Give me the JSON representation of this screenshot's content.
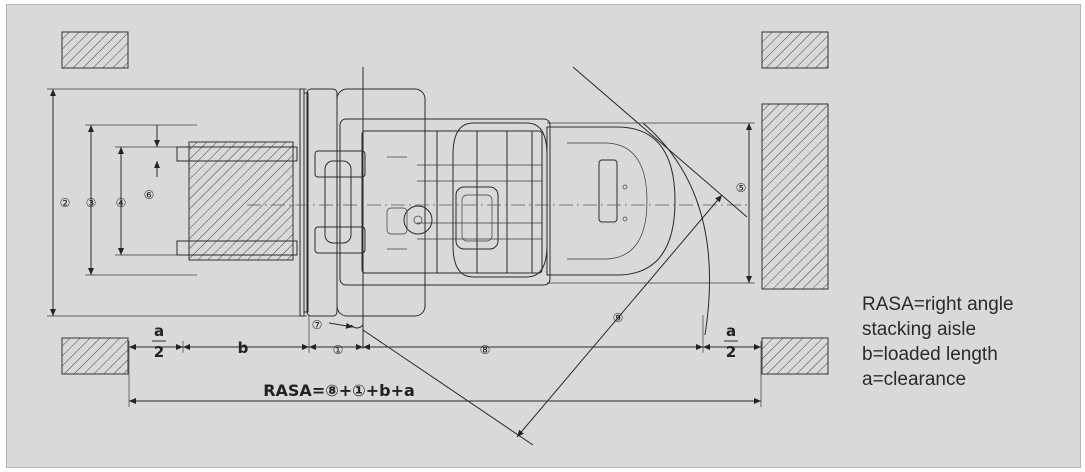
{
  "callouts": {
    "c1": "①",
    "c2": "②",
    "c3": "③",
    "c4": "④",
    "c5": "⑤",
    "c6": "⑥",
    "c7": "⑦",
    "c8": "⑧",
    "c9": "⑨"
  },
  "dims": {
    "a": "a",
    "two": "2",
    "b": "b"
  },
  "formula": "RASA=⑧+①+b+a",
  "legend": [
    "RASA=right angle",
    "stacking aisle",
    "b=loaded length",
    "a=clearance"
  ]
}
